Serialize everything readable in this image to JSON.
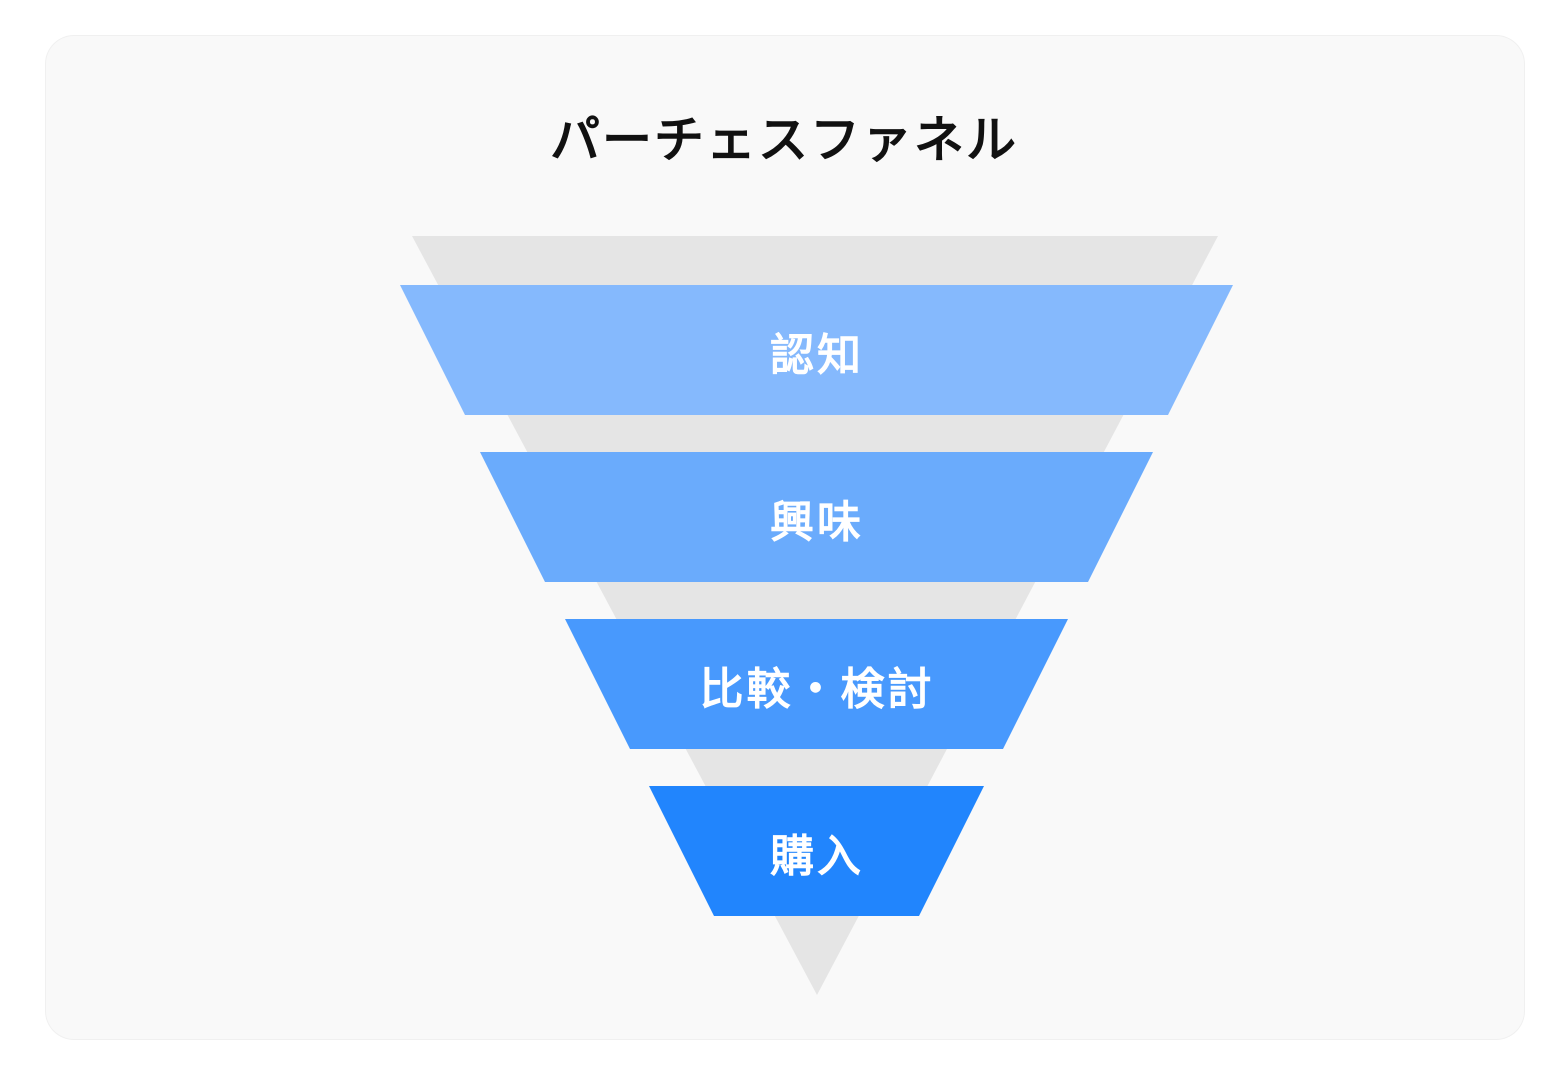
{
  "title": "パーチェスファネル",
  "stages": [
    {
      "label": "認知",
      "color": "#85b9fd"
    },
    {
      "label": "興味",
      "color": "#6aabfc"
    },
    {
      "label": "比較・検討",
      "color": "#4899fd"
    },
    {
      "label": "購入",
      "color": "#2185fd"
    }
  ],
  "colors": {
    "background": "#f9f9f9",
    "funnel_shadow": "#e5e5e5",
    "title": "#111111",
    "label": "#ffffff"
  }
}
